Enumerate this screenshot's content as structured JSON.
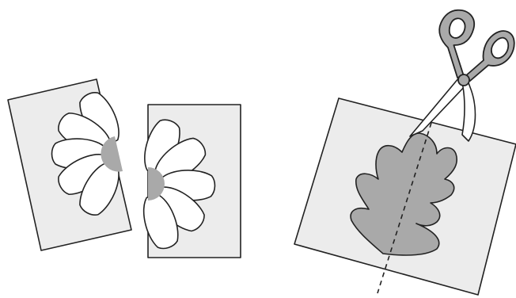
{
  "colors": {
    "background": "#ffffff",
    "paper": "#ececec",
    "outline": "#222222",
    "petal": "#ffffff",
    "flower_center": "#a9a9a9",
    "leaf": "#a9a9a9",
    "scissors_handle": "#a9a9a9",
    "scissors_blade": "#ffffff"
  },
  "illustration": {
    "left_panel": {
      "left_half_card": {
        "petals": 5,
        "flower_center": "half-circle"
      },
      "right_half_card": {
        "petals": 5,
        "flower_center": "half-circle"
      }
    },
    "right_panel": {
      "shape": "oak-leaf",
      "cut_line": "dashed",
      "tool": "scissors-icon"
    }
  }
}
